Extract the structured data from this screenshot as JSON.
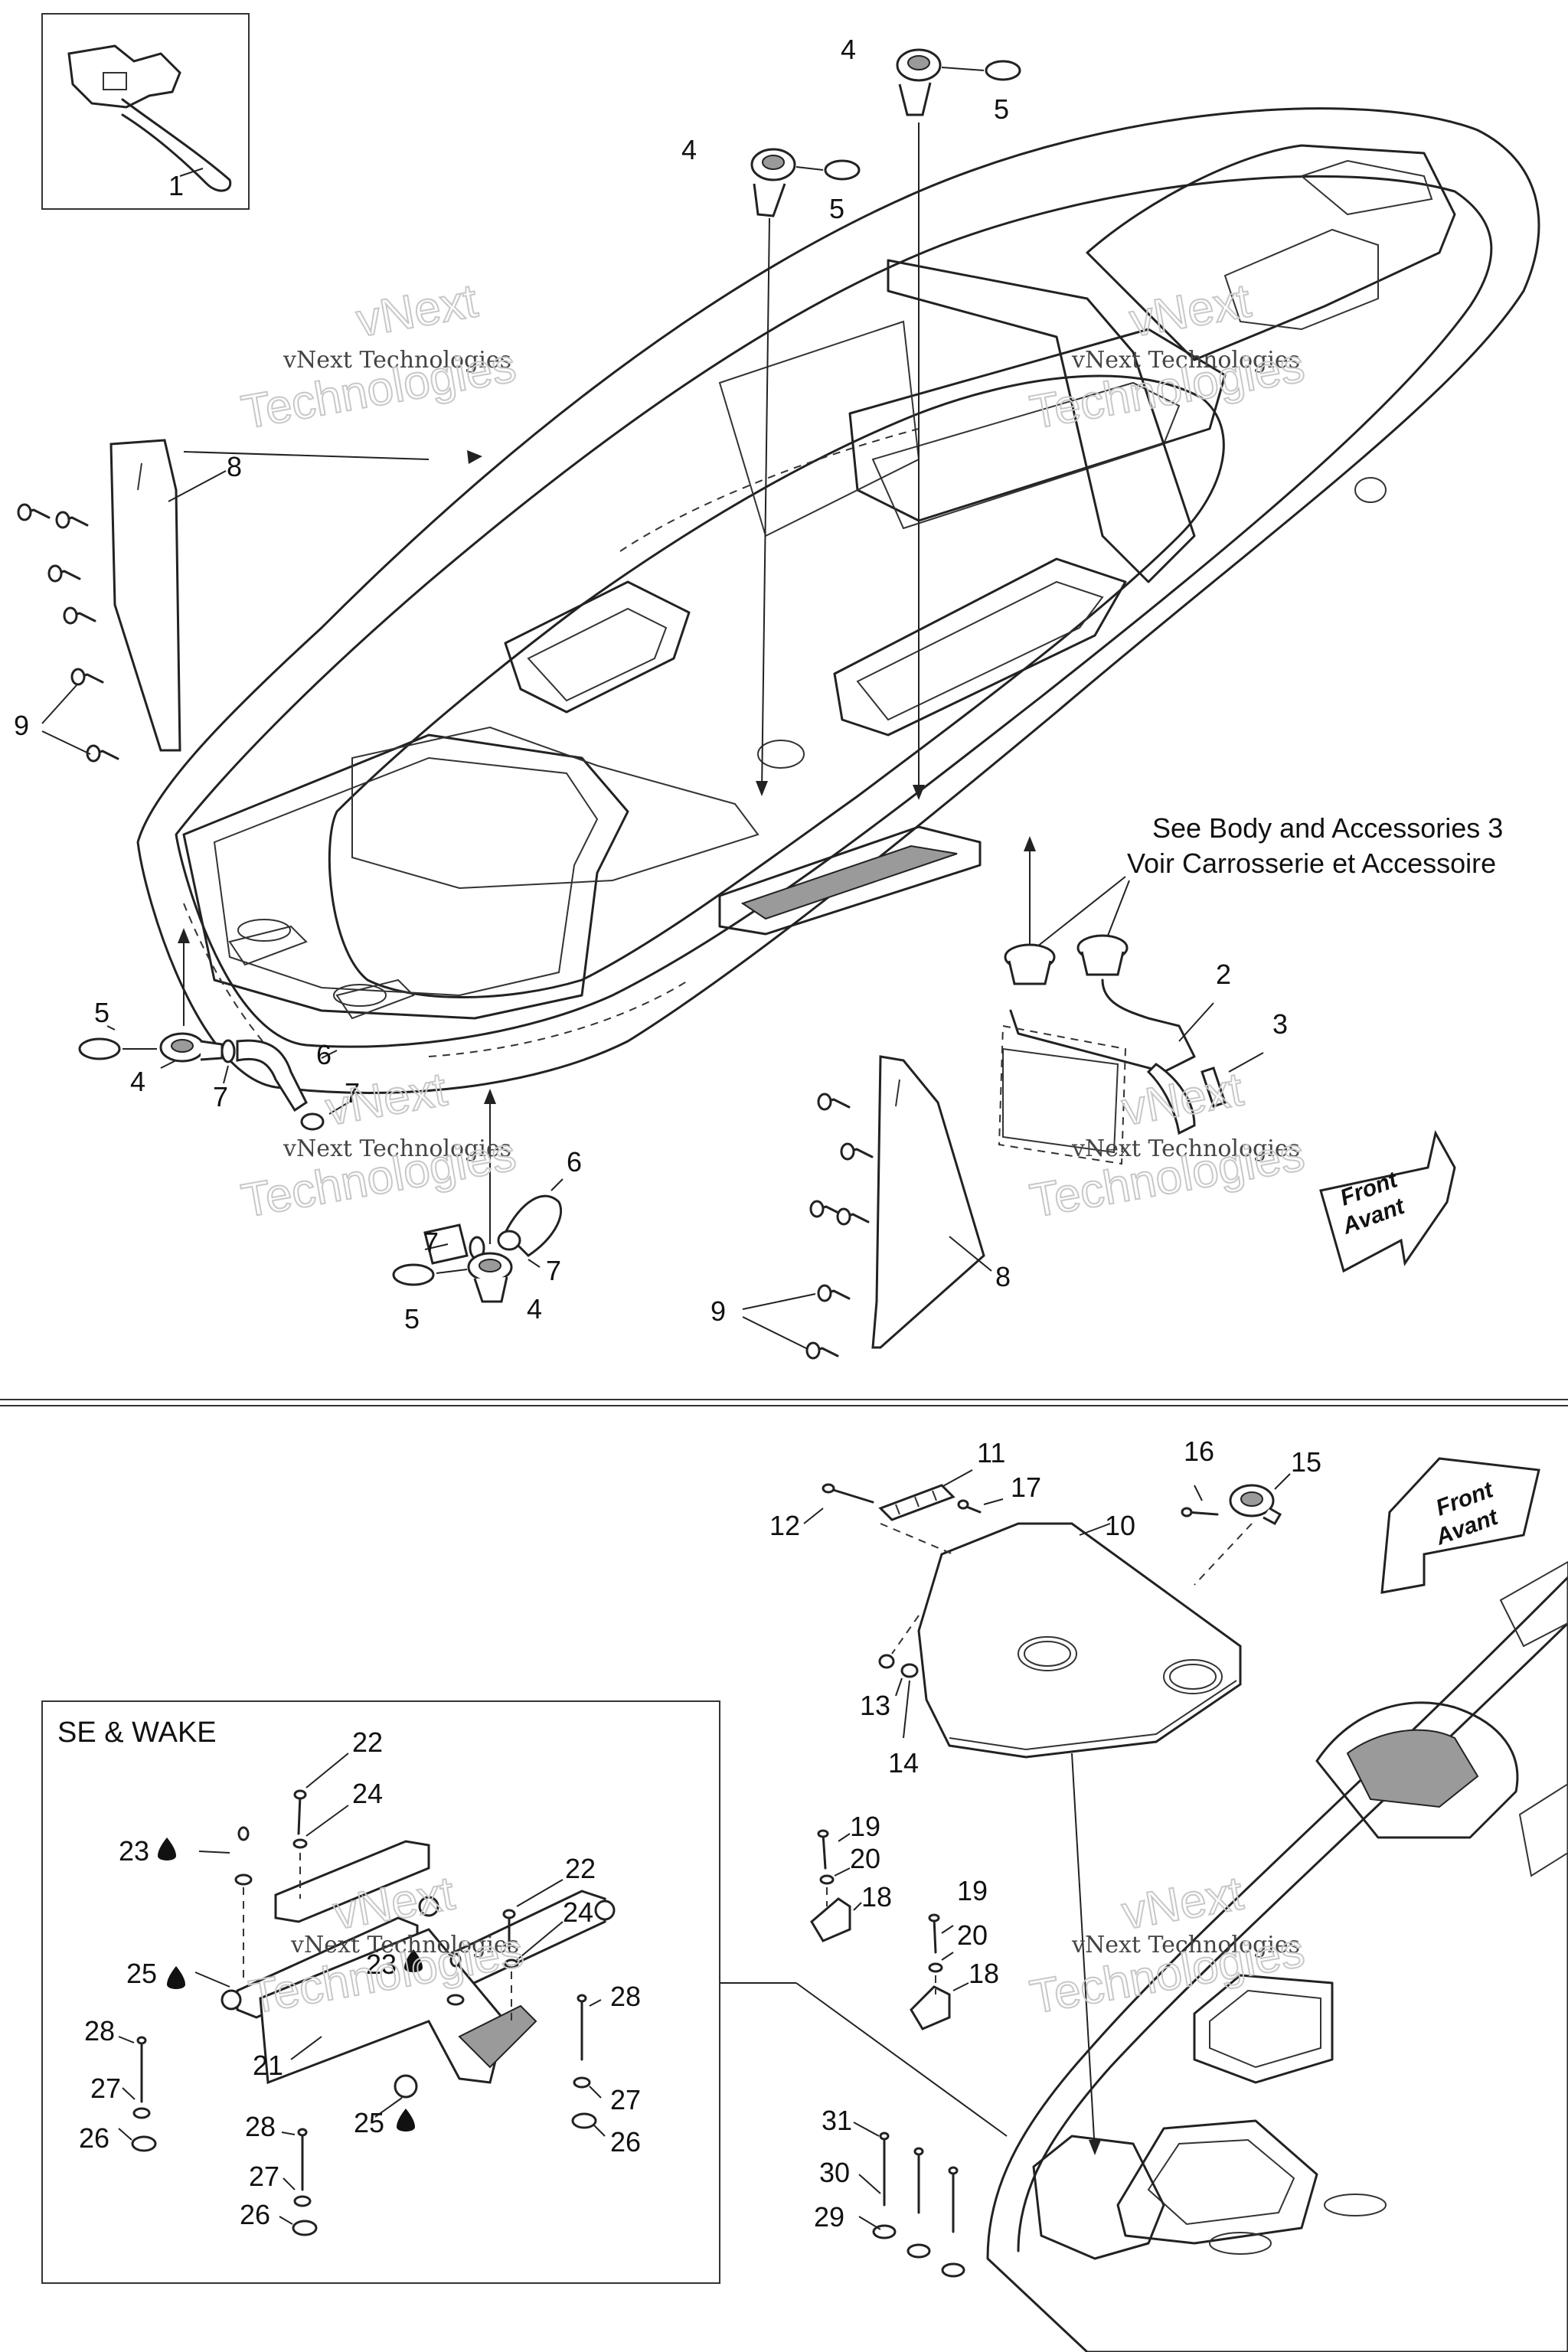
{
  "callouts_top": [
    {
      "id": "c1",
      "text": "1"
    },
    {
      "id": "c2",
      "text": "2"
    },
    {
      "id": "c3",
      "text": "3"
    },
    {
      "id": "c4a",
      "text": "4"
    },
    {
      "id": "c4b",
      "text": "4"
    },
    {
      "id": "c4c",
      "text": "4"
    },
    {
      "id": "c4d",
      "text": "4"
    },
    {
      "id": "c5a",
      "text": "5"
    },
    {
      "id": "c5b",
      "text": "5"
    },
    {
      "id": "c5c",
      "text": "5"
    },
    {
      "id": "c5d",
      "text": "5"
    },
    {
      "id": "c6a",
      "text": "6"
    },
    {
      "id": "c6b",
      "text": "6"
    },
    {
      "id": "c7a",
      "text": "7"
    },
    {
      "id": "c7b",
      "text": "7"
    },
    {
      "id": "c7c",
      "text": "7"
    },
    {
      "id": "c7d",
      "text": "7"
    },
    {
      "id": "c8a",
      "text": "8"
    },
    {
      "id": "c8b",
      "text": "8"
    },
    {
      "id": "c9a",
      "text": "9"
    },
    {
      "id": "c9b",
      "text": "9"
    }
  ],
  "callouts_bottom": [
    {
      "id": "c10",
      "text": "10"
    },
    {
      "id": "c11",
      "text": "11"
    },
    {
      "id": "c12",
      "text": "12"
    },
    {
      "id": "c13",
      "text": "13"
    },
    {
      "id": "c14",
      "text": "14"
    },
    {
      "id": "c15",
      "text": "15"
    },
    {
      "id": "c16",
      "text": "16"
    },
    {
      "id": "c17",
      "text": "17"
    },
    {
      "id": "c18a",
      "text": "18"
    },
    {
      "id": "c18b",
      "text": "18"
    },
    {
      "id": "c19a",
      "text": "19"
    },
    {
      "id": "c19b",
      "text": "19"
    },
    {
      "id": "c20a",
      "text": "20"
    },
    {
      "id": "c20b",
      "text": "20"
    },
    {
      "id": "c21",
      "text": "21"
    },
    {
      "id": "c22a",
      "text": "22"
    },
    {
      "id": "c22b",
      "text": "22"
    },
    {
      "id": "c23a",
      "text": "23"
    },
    {
      "id": "c23b",
      "text": "23"
    },
    {
      "id": "c24a",
      "text": "24"
    },
    {
      "id": "c24b",
      "text": "24"
    },
    {
      "id": "c25a",
      "text": "25"
    },
    {
      "id": "c25b",
      "text": "25"
    },
    {
      "id": "c26a",
      "text": "26"
    },
    {
      "id": "c26b",
      "text": "26"
    },
    {
      "id": "c26c",
      "text": "26"
    },
    {
      "id": "c27a",
      "text": "27"
    },
    {
      "id": "c27b",
      "text": "27"
    },
    {
      "id": "c27c",
      "text": "27"
    },
    {
      "id": "c28a",
      "text": "28"
    },
    {
      "id": "c28b",
      "text": "28"
    },
    {
      "id": "c28c",
      "text": "28"
    },
    {
      "id": "c29",
      "text": "29"
    },
    {
      "id": "c30",
      "text": "30"
    },
    {
      "id": "c31",
      "text": "31"
    }
  ],
  "notes": {
    "see_also_en": "See Body and Accessories 3",
    "see_also_fr": "Voir Carrosserie et Accessoire"
  },
  "inset": {
    "title": "SE & WAKE"
  },
  "direction_badge": {
    "line1": "Front",
    "line2": "Avant"
  },
  "watermark": {
    "line1": "vNext",
    "line2": "Technologies",
    "line3": "vNext Technologies"
  }
}
